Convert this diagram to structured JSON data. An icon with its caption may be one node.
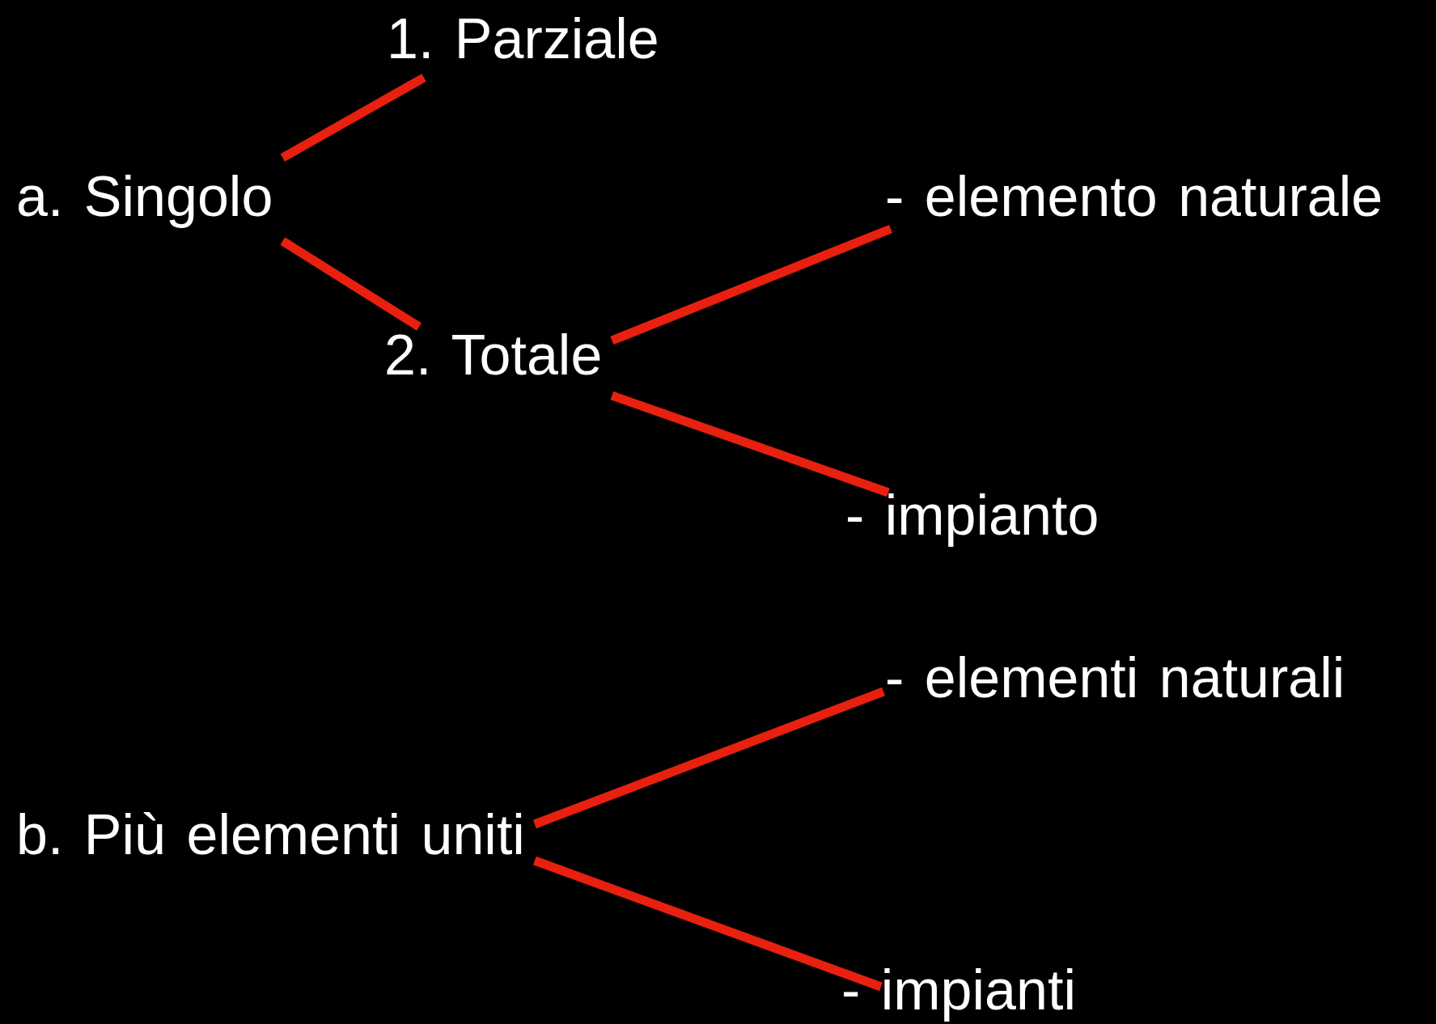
{
  "diagram": {
    "nodes": [
      {
        "text": [
          "a. Singolo"
        ]
      },
      {
        "text": [
          "1. Parziale"
        ]
      },
      {
        "text": [
          "2. Totale"
        ]
      },
      {
        "text": [
          "- elemento naturale"
        ]
      },
      {
        "text": [
          "- impianto"
        ]
      },
      {
        "text": [
          "b. Più elementi uniti"
        ]
      },
      {
        "text": [
          "- elementi naturali"
        ]
      },
      {
        "text": [
          "- impianti"
        ]
      }
    ],
    "edges": [
      {
        "from": 0,
        "to": 1,
        "arrow": "none"
      },
      {
        "from": 0,
        "to": 2,
        "arrow": "none"
      },
      {
        "from": 2,
        "to": 3,
        "arrow": "none"
      },
      {
        "from": 2,
        "to": 4,
        "arrow": "none"
      },
      {
        "from": 5,
        "to": 6,
        "arrow": "none"
      },
      {
        "from": 5,
        "to": 7,
        "arrow": "none"
      }
    ]
  }
}
